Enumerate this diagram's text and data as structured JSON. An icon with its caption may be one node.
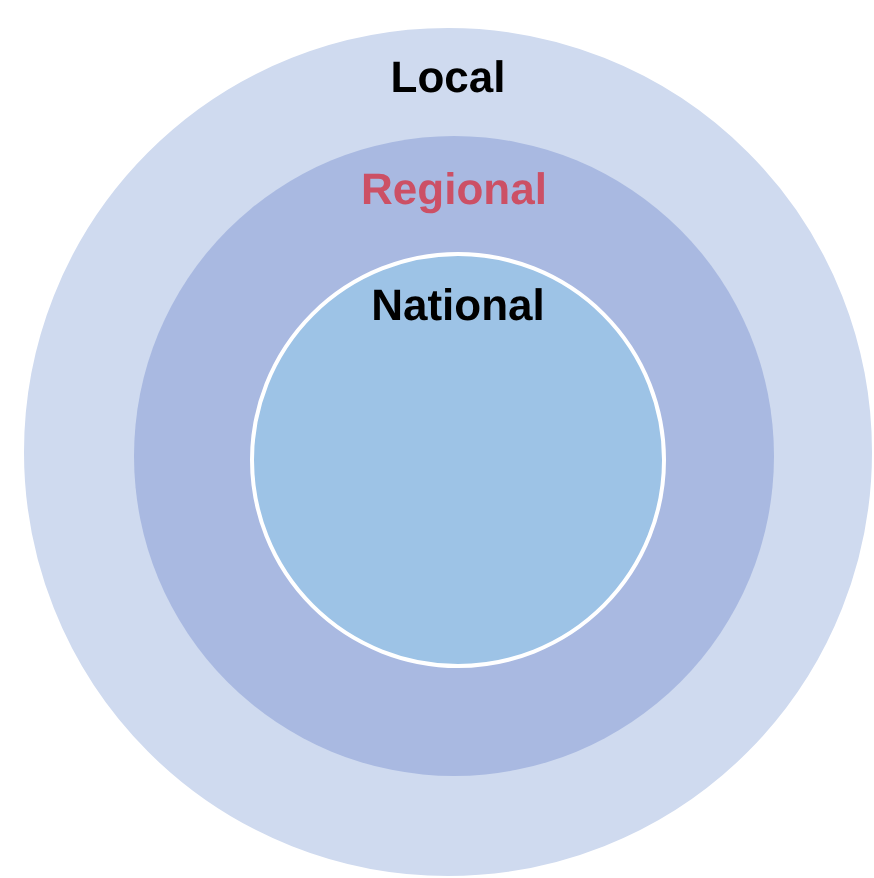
{
  "diagram": {
    "nodes": [
      {
        "text": [
          "Local"
        ]
      },
      {
        "text": [
          "Regional"
        ],
        "in": 0
      },
      {
        "text": [
          "National"
        ],
        "in": 1
      }
    ]
  }
}
